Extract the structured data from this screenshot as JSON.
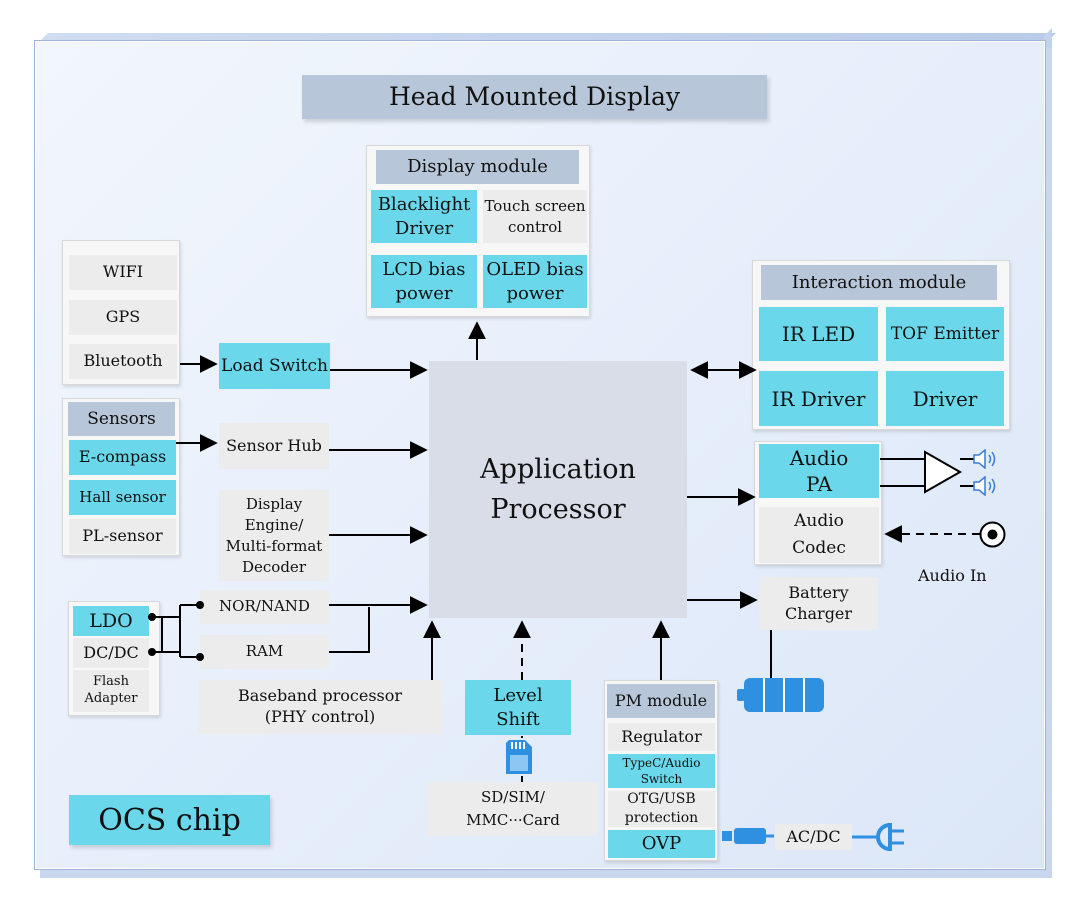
{
  "title": "Head Mounted Display",
  "display_module": {
    "header": "Display module",
    "backlight": "Blacklight Driver",
    "touch": "Touch screen control",
    "lcd": "LCD bias power",
    "oled": "OLED bias power"
  },
  "interaction_module": {
    "header": "Interaction module",
    "ir_led": "IR LED",
    "tof": "TOF Emitter",
    "ir_driver": "IR Driver",
    "driver": "Driver"
  },
  "connectivity": {
    "wifi": "WIFI",
    "gps": "GPS",
    "bluetooth": "Bluetooth"
  },
  "load_switch": "Load Switch",
  "sensors": {
    "header": "Sensors",
    "ecompass": "E-compass",
    "hall": "Hall sensor",
    "pl": "PL-sensor"
  },
  "sensor_hub": "Sensor Hub",
  "display_engine": "Display Engine/ Multi-format Decoder",
  "ap": "Application Processor",
  "audio": {
    "pa": "Audio PA",
    "codec": "Audio Codec",
    "in": "Audio In"
  },
  "battery_charger": "Battery Charger",
  "power": {
    "ldo": "LDO",
    "dcdc": "DC/DC",
    "flash": "Flash Adapter"
  },
  "memory": {
    "nor": "NOR/NAND",
    "ram": "RAM"
  },
  "baseband": "Baseband processor (PHY control)",
  "level_shift": "Level Shift",
  "sd_card": "SD/SIM/ MMC···Card",
  "pm_module": {
    "header": "PM module",
    "regulator": "Regulator",
    "typec": "TypeC/Audio Switch",
    "otg": "OTG/USB protection",
    "ovp": "OVP"
  },
  "acdc": "AC/DC",
  "ocs": "OCS chip",
  "colors": {
    "cyan": "#6ad8ea",
    "grey": "#ececec",
    "header": "#b7c6d8",
    "frame": "#e6eefb"
  }
}
